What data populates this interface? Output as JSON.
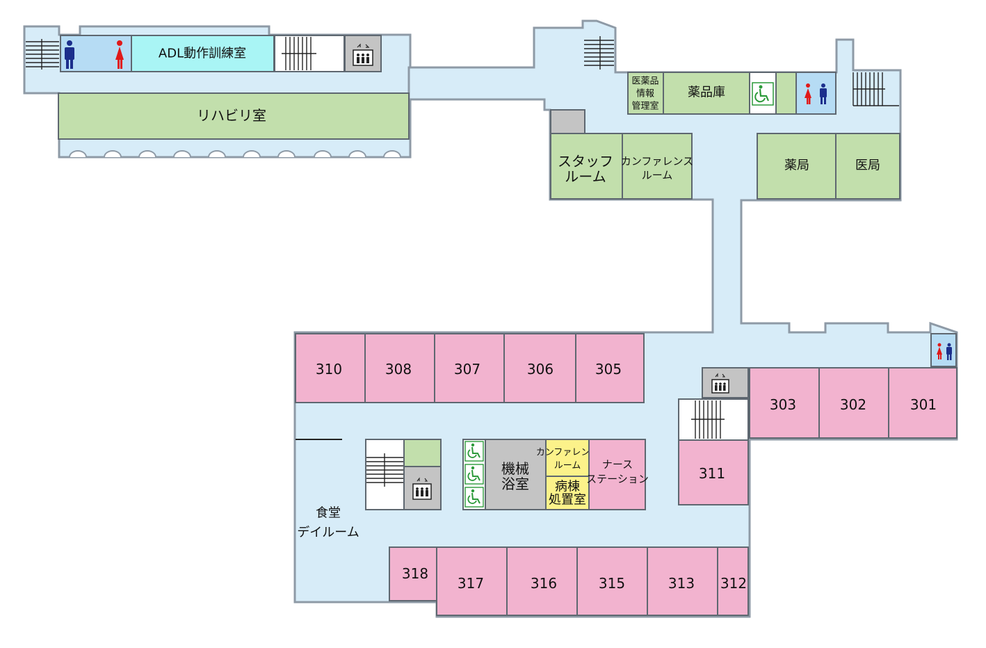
{
  "rooms": {
    "r310": "310",
    "r308": "308",
    "r307": "307",
    "r306": "306",
    "r305": "305",
    "r303": "303",
    "r302": "302",
    "r301": "301",
    "r311": "311",
    "r318": "318",
    "r317": "317",
    "r316": "316",
    "r315": "315",
    "r313": "313",
    "r312": "312"
  },
  "labels": {
    "adl": "ADL動作訓練室",
    "rehab": "リハビリ室",
    "drug_info": [
      "医薬品",
      "情報",
      "管理室"
    ],
    "drug_storage": "薬品庫",
    "staff_room": [
      "スタッフ",
      "ルーム"
    ],
    "conference_upper": [
      "カンファレンス",
      "ルーム"
    ],
    "pharmacy": "薬局",
    "doctors_office": "医局",
    "bath": [
      "機械",
      "浴室"
    ],
    "conference_lower": [
      "カンファレンス",
      "ルーム"
    ],
    "treatment": [
      "病棟",
      "処置室"
    ],
    "nurse_station": [
      "ナース",
      "ステーション"
    ],
    "dining": [
      "食堂",
      "デイルーム"
    ]
  },
  "colors": {
    "corridor": "#d7ecf8",
    "ward_room": "#f2b3cf",
    "service_room": "#c2dfac",
    "adl_room": "#a9f5f5",
    "utility": "#fcf28a",
    "elevator_stair": "#c4c4c4",
    "restroom": "#b6dcf4"
  },
  "icons": {
    "restroom": "restroom-icon",
    "accessible": "wheelchair-icon",
    "elevator": "elevator-icon",
    "stairs": "stairs-icon"
  }
}
